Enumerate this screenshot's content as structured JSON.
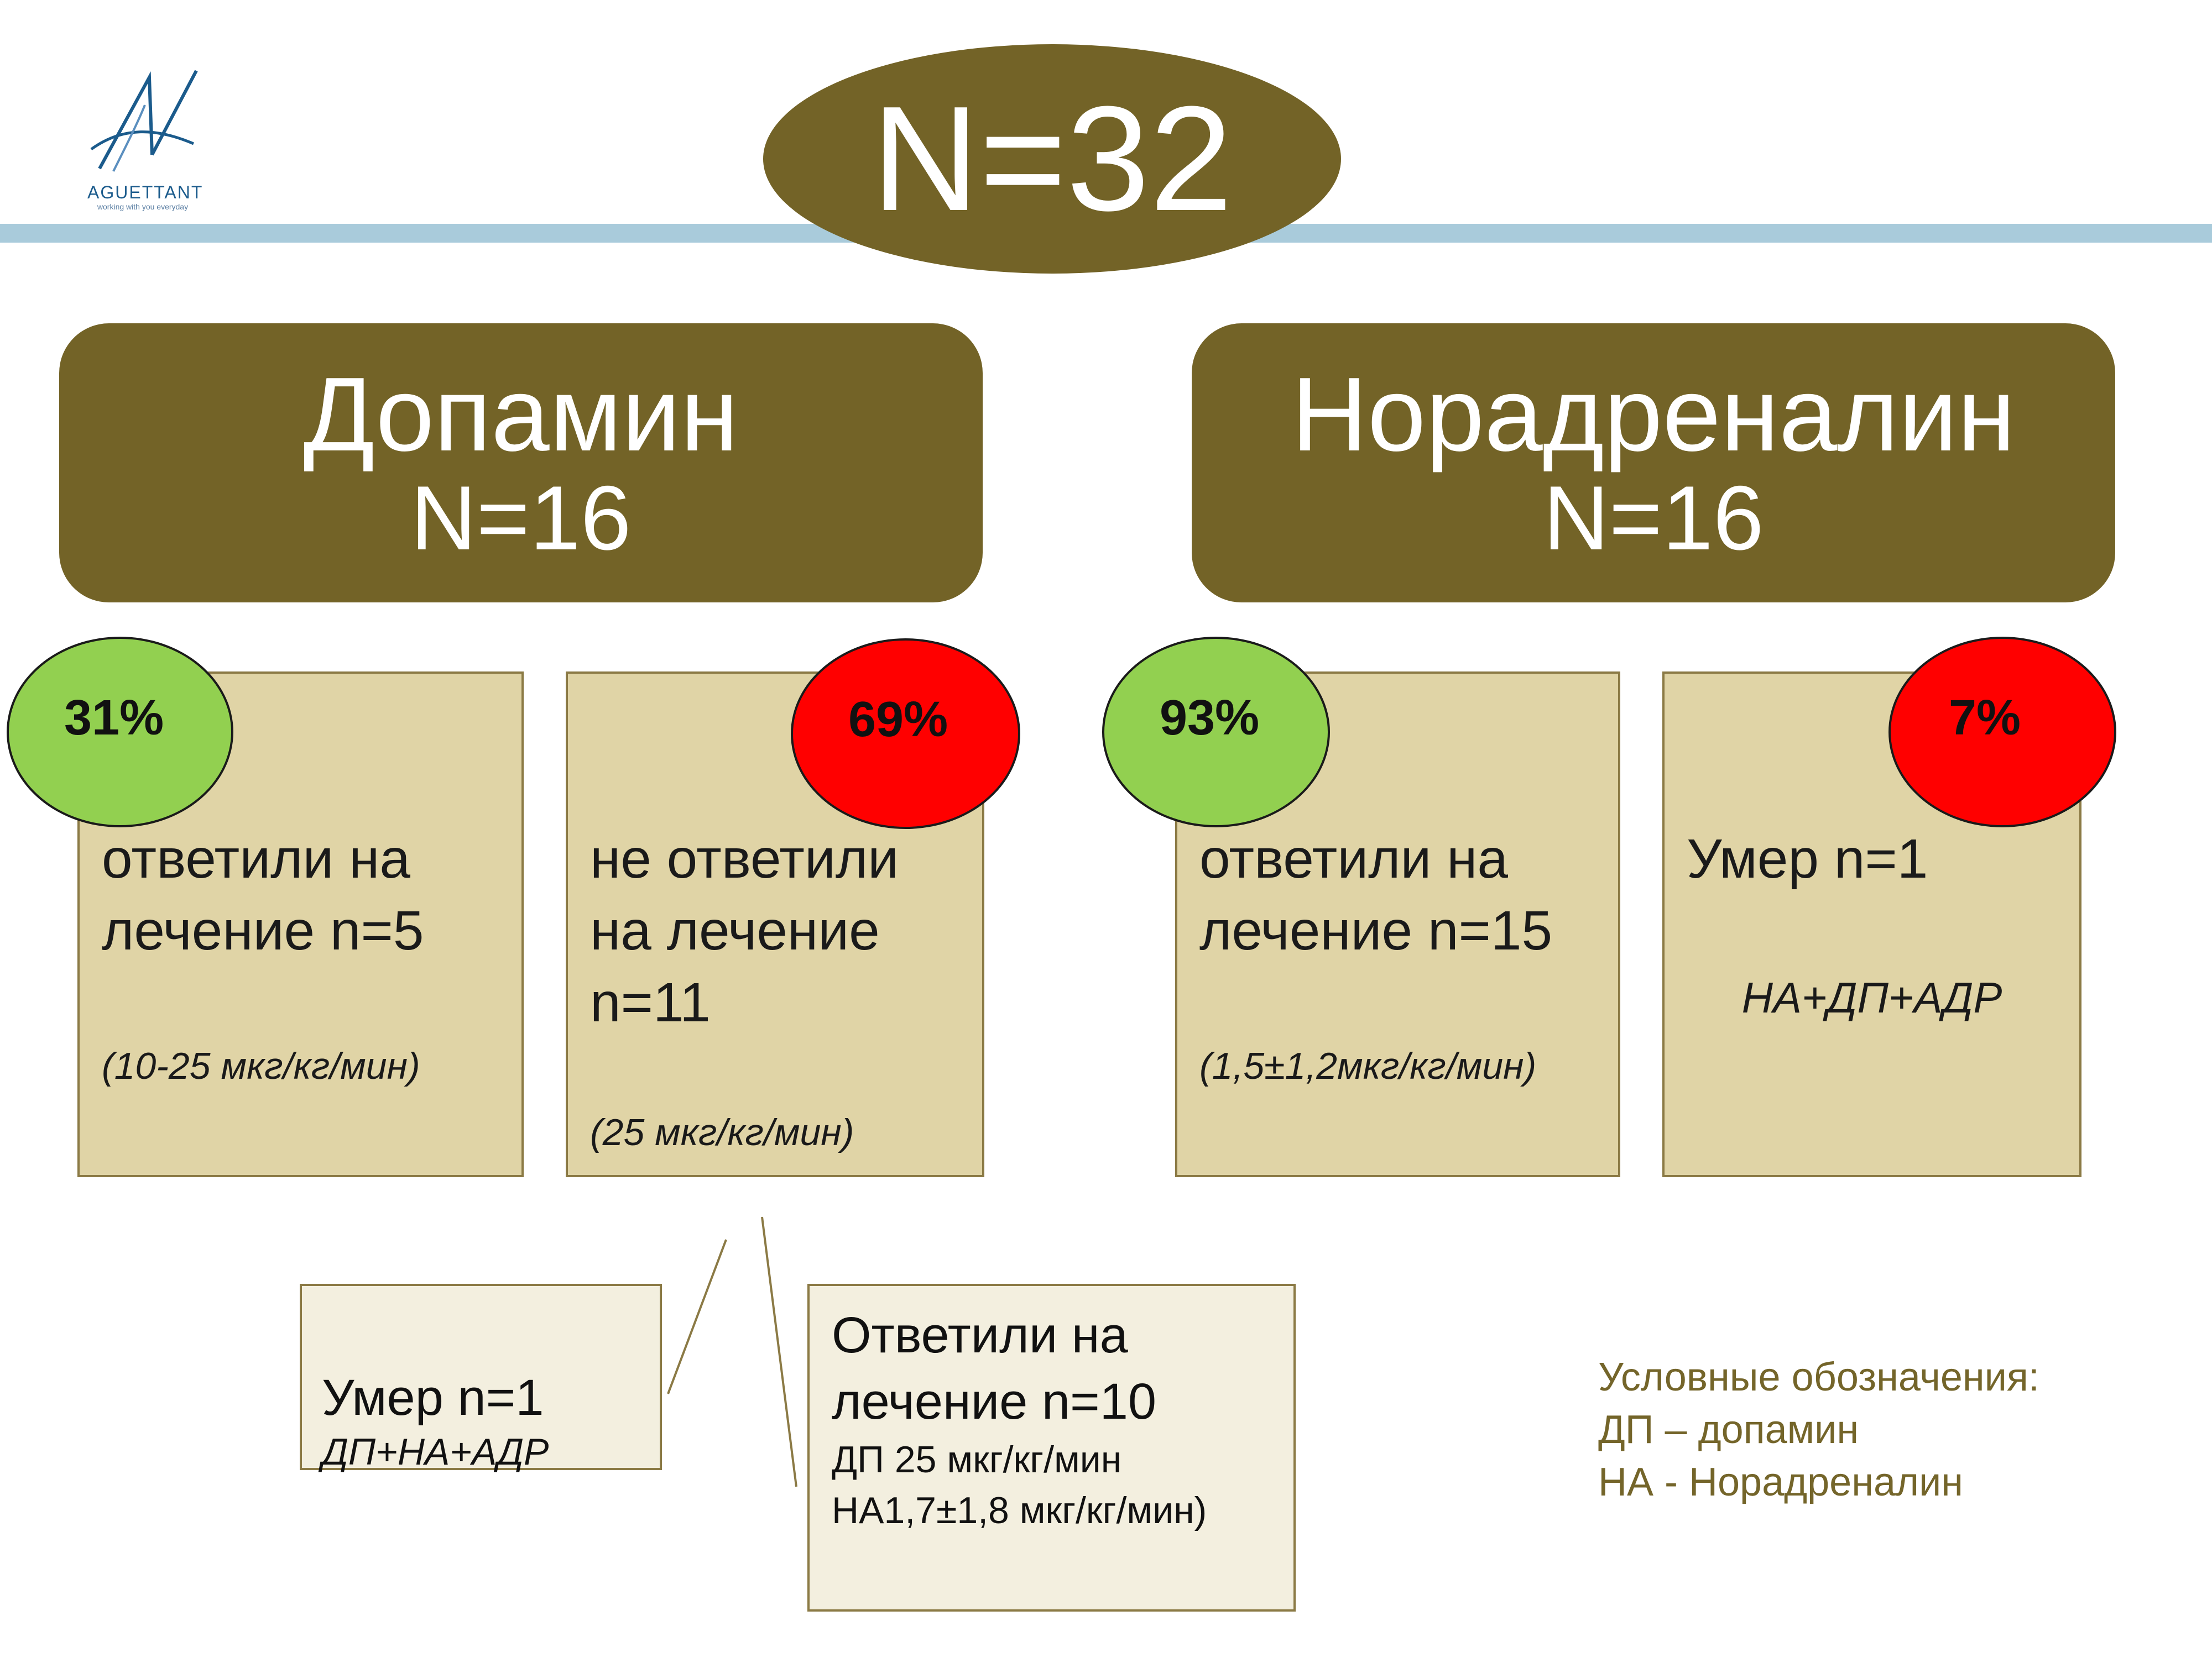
{
  "logo": {
    "brand": "AGUETTANT",
    "tagline": "working with you everyday"
  },
  "total": "N=32",
  "groups": {
    "dopamine": {
      "title": "Допамин",
      "n": "N=16"
    },
    "noradrenaline": {
      "title": "Норадреналин",
      "n": "N=16"
    }
  },
  "outcomes": {
    "dp_resp": {
      "percent": "31%",
      "line1": "ответили на",
      "line2": "лечение n=5",
      "note": "(10-25 мкг/кг/мин)"
    },
    "dp_nonresp": {
      "percent": "69%",
      "line1": "не ответили",
      "line2": "на лечение",
      "line3": "n=11",
      "note": "(25 мкг/кг/мин)"
    },
    "na_resp": {
      "percent": "93%",
      "line1": "ответили на",
      "line2": "лечение n=15",
      "note": "(1,5±1,2мкг/кг/мин)"
    },
    "na_died": {
      "percent": "7%",
      "line1": "Умер n=1",
      "note": "НА+ДП+АДР"
    }
  },
  "sub": {
    "died": {
      "line1": "Умер n=1",
      "note": "ДП+НА+АДР"
    },
    "responded": {
      "line1": "Ответили на",
      "line2": "лечение n=10",
      "note1": "ДП 25 мкг/кг/мин",
      "note2": "НА1,7±1,8 мкг/кг/мин)"
    }
  },
  "legend": {
    "title": "Условные обозначения:",
    "item1": "ДП – допамин",
    "item2": "НА - Норадреналин"
  },
  "colors": {
    "header": "#736327",
    "box": "#e0d4a6",
    "green": "#92d050",
    "red": "#ff0000",
    "band": "#a9cbdb",
    "legend": "#74652a"
  }
}
